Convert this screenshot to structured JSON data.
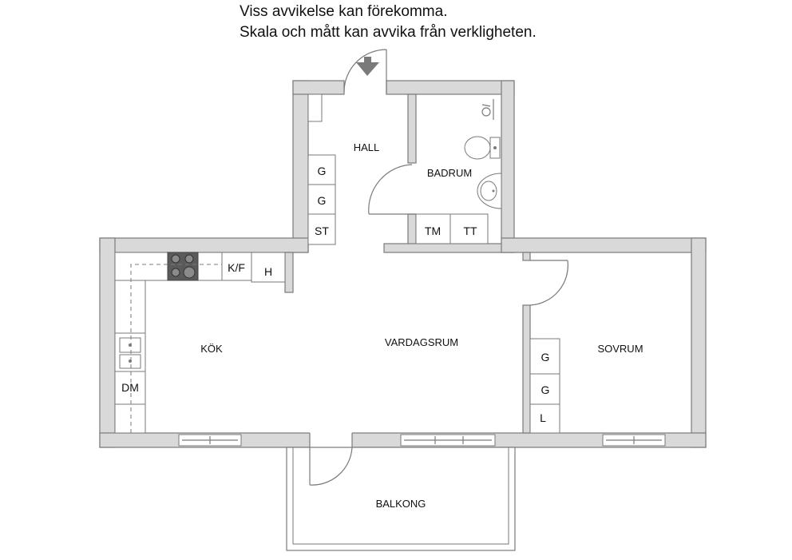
{
  "notice": {
    "line1": "Viss avvikelse kan förekomma.",
    "line2": "Skala och mått kan avvika från verkligheten."
  },
  "rooms": {
    "hall": "HALL",
    "badrum": "BADRUM",
    "kok": "KÖK",
    "vardagsrum": "VARDAGSRUM",
    "sovrum": "SOVRUM",
    "balkong": "BALKONG"
  },
  "cabinets": {
    "hall_g1": "G",
    "hall_g2": "G",
    "hall_st": "ST",
    "bath_tm": "TM",
    "bath_tt": "TT",
    "kitchen_kf": "K/F",
    "kitchen_h": "H",
    "kitchen_dm": "DM",
    "bed_g1": "G",
    "bed_g2": "G",
    "bed_l": "L"
  },
  "icons": {
    "entrance": "arrow-down-icon",
    "stove": "stove-icon",
    "sink": "sink-icon",
    "toilet": "toilet-icon",
    "washbasin": "washbasin-icon",
    "shower": "shower-icon"
  },
  "colors": {
    "wall_fill": "#d9d9d9",
    "wall_stroke": "#7a7a7a",
    "stove": "#5a5a5a"
  }
}
